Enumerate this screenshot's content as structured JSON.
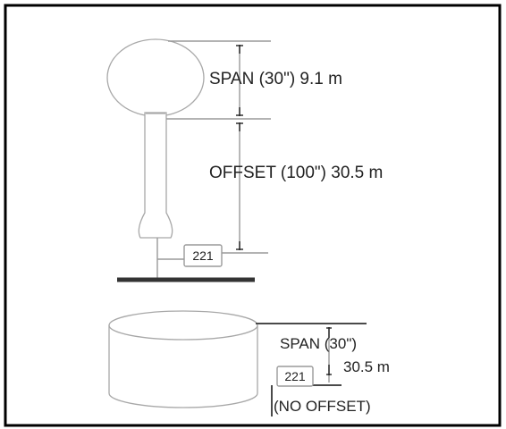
{
  "tower_tank": {
    "span_label": "SPAN (30\") 9.1 m",
    "offset_label": "OFFSET (100\") 30.5 m",
    "transmitter_label": "221"
  },
  "ground_tank": {
    "span_label": "SPAN (30\")",
    "span_metric": "30.5 m",
    "transmitter_label": "221",
    "offset_note": "(NO OFFSET)"
  },
  "colors": {
    "border": "#000000",
    "structure_outline": "#a8a8a8",
    "reference_line": "#4a4a4a",
    "text": "#222222"
  }
}
